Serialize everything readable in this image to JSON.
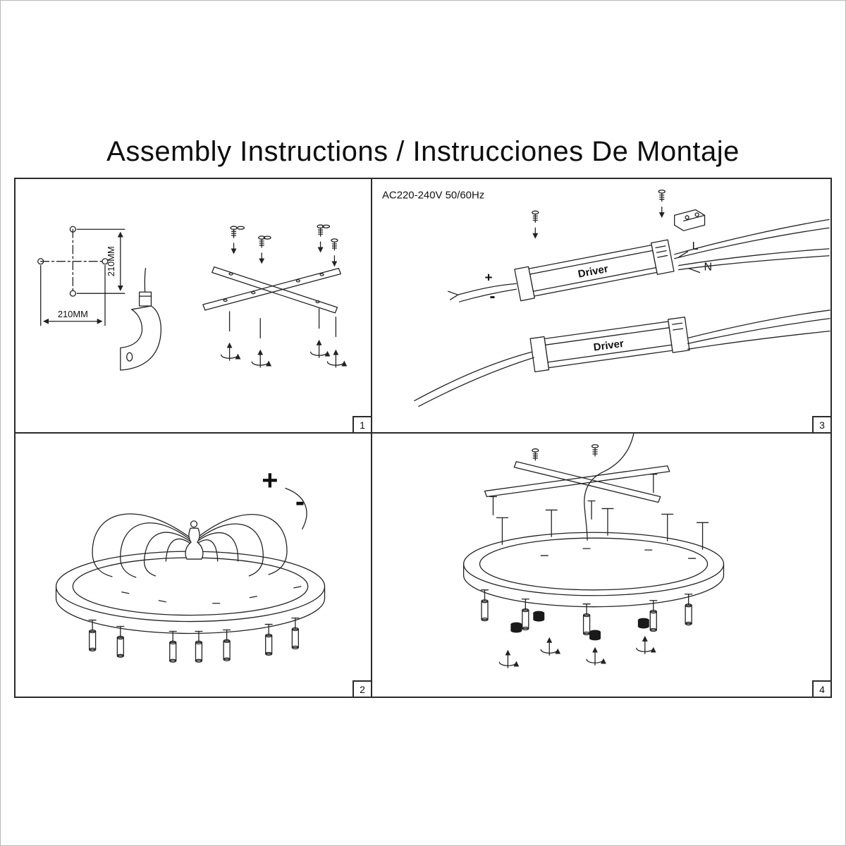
{
  "title": "Assembly Instructions / Instrucciones De Montaje",
  "panel1": {
    "number": "1",
    "dim_v": "210MM",
    "dim_h": "210MM"
  },
  "panel2": {
    "number": "2",
    "plus": "+",
    "minus": "-"
  },
  "panel3": {
    "number": "3",
    "voltage": "AC220-240V 50/60Hz",
    "driver_top": "Driver",
    "driver_bottom": "Driver",
    "wire_l": "L",
    "wire_n": "N",
    "plus": "+",
    "minus": "-"
  },
  "panel4": {
    "number": "4"
  }
}
